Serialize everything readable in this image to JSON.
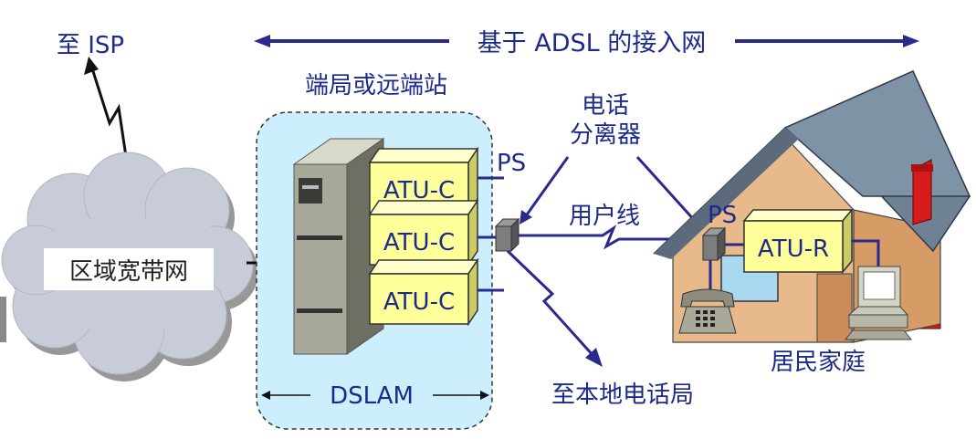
{
  "labels": {
    "isp": "至 ISP",
    "adsl_network": "基于 ADSL 的接入网",
    "central_office": "端局或远端站",
    "splitter": "电话",
    "splitter2": "分离器",
    "user_line": "用户线",
    "ps_left": "PS",
    "ps_right": "PS",
    "cloud": "区域宽带网",
    "atu_c_1": "ATU-C",
    "atu_c_2": "ATU-C",
    "atu_c_3": "ATU-C",
    "atu_r": "ATU-R",
    "dslam": "DSLAM",
    "local_office": "至本地电话局",
    "home": "居民家庭"
  },
  "colors": {
    "text": "#1c2a8a",
    "line": "#2a2a8c",
    "atu_fill": "#ffff99",
    "dslam_bg": "#cdeefc",
    "cloud": "#c8cbd8",
    "house_wall": "#e8b98a",
    "roof": "#6f8294",
    "chimney": "#d51b1b"
  }
}
